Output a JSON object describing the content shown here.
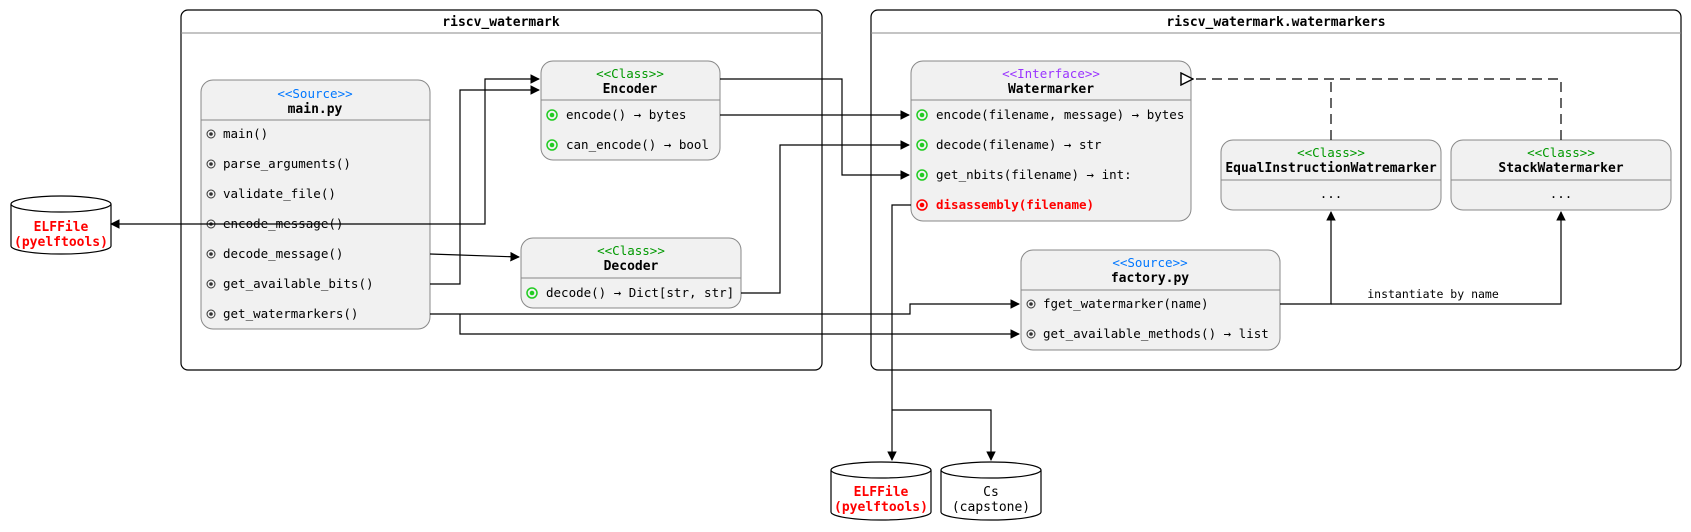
{
  "colors": {
    "source_stereotype": "#0077ff",
    "class_stereotype": "#009900",
    "interface_stereotype": "#9933ff",
    "public_method": "#22cc22",
    "abstract_method": "#ff0000",
    "box_fill": "#f1f1f1"
  },
  "packages": {
    "left": {
      "title": "riscv_watermark"
    },
    "right": {
      "title": "riscv_watermark.watermarkers"
    }
  },
  "main_py": {
    "stereotype": "<<Source>>",
    "name": "main.py",
    "methods": [
      "main()",
      "parse_arguments()",
      "validate_file()",
      "encode_message()",
      "decode_message()",
      "get_available_bits()",
      "get_watermarkers()"
    ]
  },
  "encoder": {
    "stereotype": "<<Class>>",
    "name": "Encoder",
    "methods": [
      "encode() → bytes",
      "can_encode() → bool"
    ]
  },
  "decoder": {
    "stereotype": "<<Class>>",
    "name": "Decoder",
    "methods": [
      "decode() → Dict[str, str]"
    ]
  },
  "watermarker": {
    "stereotype": "<<Interface>>",
    "name": "Watermarker",
    "methods": [
      "encode(filename, message) → bytes",
      "decode(filename) → str",
      "get_nbits(filename) → int:"
    ],
    "abstract_method": "disassembly(filename)"
  },
  "equal_watermarker": {
    "stereotype": "<<Class>>",
    "name": "EqualInstructionWatremarker",
    "body": "..."
  },
  "stack_watermarker": {
    "stereotype": "<<Class>>",
    "name": "StackWatermarker",
    "body": "..."
  },
  "factory_py": {
    "stereotype": "<<Source>>",
    "name": "factory.py",
    "methods": [
      "fget_watermarker(name)",
      "get_available_methods() → list"
    ]
  },
  "edge_labels": {
    "instantiate": "instantiate by name"
  },
  "databases": {
    "elffile_left": {
      "line1": "ELFFile",
      "line2": "(pyelftools)"
    },
    "elffile_bottom": {
      "line1": "ELFFile",
      "line2": "(pyelftools)"
    },
    "capstone": {
      "line1": "Cs",
      "line2": "(capstone)"
    }
  }
}
